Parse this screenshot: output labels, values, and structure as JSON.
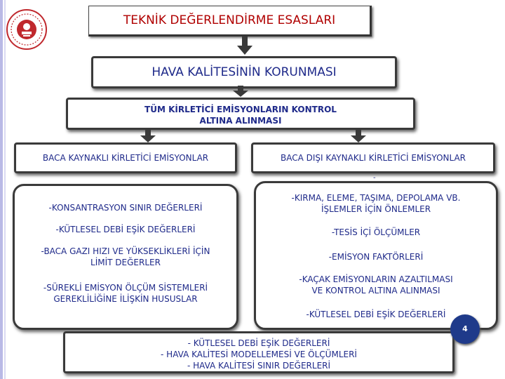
{
  "header": {
    "title": "TEKNİK DEĞERLENDİRME ESASLARI"
  },
  "main": {
    "hava_box": "HAVA KALİTESİNİN  KORUNMASI",
    "control_box": {
      "line1": "TÜM KİRLETİCİ EMİSYONLARIN KONTROL",
      "line2": "ALTINA ALINMASI"
    },
    "left_header": "BACA KAYNAKLI KİRLETİCİ EMİSYONLAR",
    "right_header": "BACA DIŞI KAYNAKLI KİRLETİCİ EMİSYONLAR",
    "left_items": [
      "-KONSANTRASYON SINIR DEĞERLERİ",
      "-KÜTLESEL DEBİ EŞİK DEĞERLERİ",
      "-BACA GAZI HIZI VE YÜKSEKLİKLERİ İÇİN",
      "LİMİT DEĞERLER",
      "-SÜREKLİ EMİSYON ÖLÇÜM SİSTEMLERİ",
      "GEREKLİLİĞİNE İLİŞKİN HUSUSLAR"
    ],
    "right_dash": "-",
    "right_items": [
      "-KIRMA, ELEME, TAŞIMA, DEPOLAMA VB.",
      "İŞLEMLER İÇİN ÖNLEMLER",
      "-TESİS İÇİ ÖLÇÜMLER",
      "-EMİSYON FAKTÖRLERİ",
      "-KAÇAK EMİSYONLARIN AZALTILMASI",
      "VE KONTROL ALTINA ALINMASI",
      "-KÜTLESEL DEBİ EŞİK DEĞERLERİ"
    ],
    "bottom_items": [
      "- KÜTLESEL DEBİ EŞİK DEĞERLERİ",
      "- HAVA KALİTESİ MODELLEMESİ VE ÖLÇÜMLERİ",
      "- HAVA KALİTESİ SINIR DEĞERLERİ"
    ]
  },
  "page_number": "4",
  "colors": {
    "title_text": "#b00000",
    "body_text": "#1f2a8a",
    "arrow": "#3a3a3a",
    "page_badge": "#1f3a8a",
    "logo": "#c0282d"
  },
  "icons": {
    "logo": "ministry-seal-icon"
  }
}
